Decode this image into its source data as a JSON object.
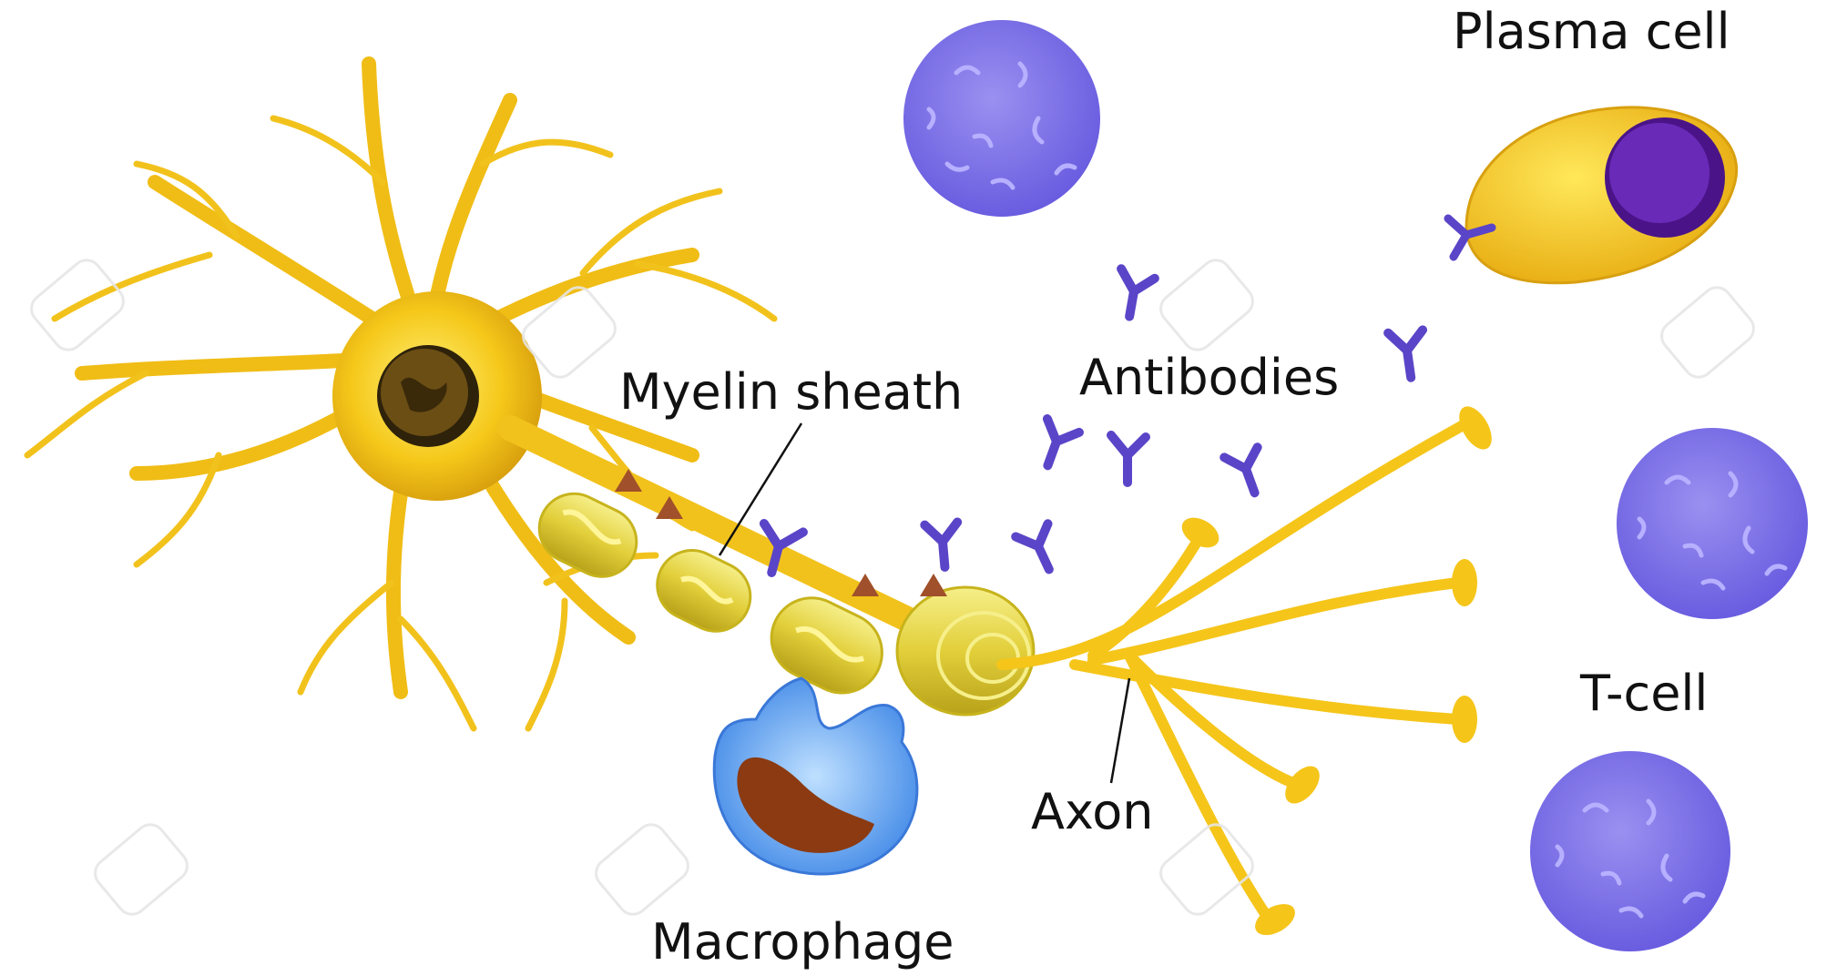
{
  "labels": {
    "plasma_cell": "Plasma cell",
    "myelin_sheath": "Myelin sheath",
    "antibodies": "Antibodies",
    "t_cell": "T-cell",
    "axon": "Axon",
    "macrophage": "Macrophage"
  },
  "colors": {
    "neuron": "#f2c214",
    "neuron_dark": "#c9920a",
    "nucleus": "#4a3410",
    "myelin": "#e8d84a",
    "lymphocyte": "#7f74e6",
    "lymphocyte_dark": "#5b4fd0",
    "antibody": "#5a45c8",
    "plasma_nucleus": "#5a1aa0",
    "macrophage": "#4a8fe8",
    "macrophage_nucleus": "#8b3a12",
    "antigen": "#a0502a"
  },
  "icons": {
    "watermark": "camera-watermark-icon"
  }
}
